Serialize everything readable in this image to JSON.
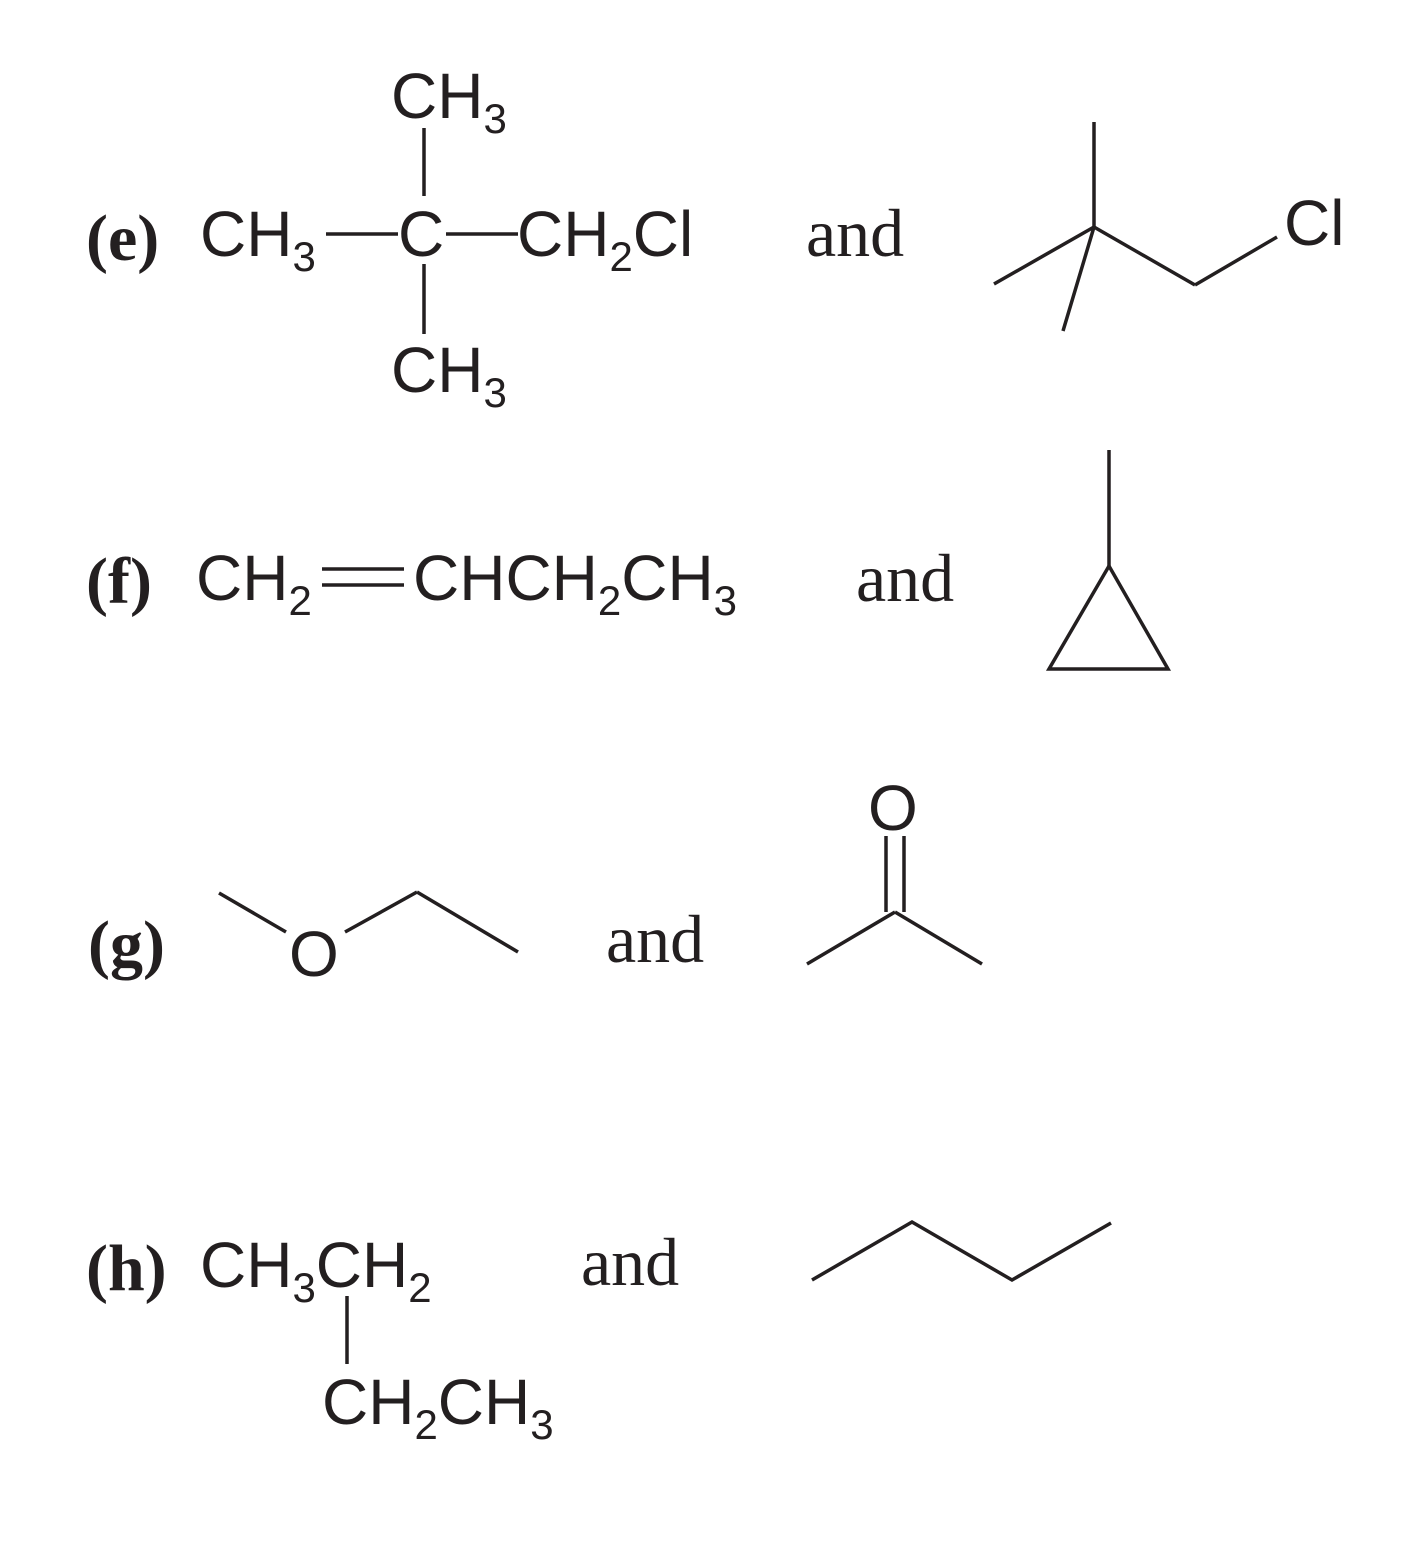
{
  "pairs": [
    {
      "label": "(e)",
      "conj": "and",
      "condensed": {
        "left": "CH",
        "left_sub": "3",
        "center": "C",
        "right_a": "CH",
        "right_sub": "2",
        "right_b": "Cl",
        "top": "CH",
        "top_sub": "3",
        "bottom": "CH",
        "bottom_sub": "3"
      },
      "skeletal": {
        "atom": "Cl"
      }
    },
    {
      "label": "(f)",
      "conj": "and",
      "condensed": {
        "a": "CH",
        "a_sub": "2",
        "b": "CHCH",
        "b_sub": "2",
        "c": "CH",
        "c_sub": "3"
      }
    },
    {
      "label": "(g)",
      "conj": "and",
      "skeletal_left": {
        "atom": "O"
      },
      "skeletal_right": {
        "atom": "O"
      }
    },
    {
      "label": "(h)",
      "conj": "and",
      "condensed": {
        "top_a": "CH",
        "top_a_sub": "3",
        "top_b": "CH",
        "top_b_sub": "2",
        "bot_a": "CH",
        "bot_a_sub": "2",
        "bot_b": "CH",
        "bot_b_sub": "3"
      }
    }
  ]
}
